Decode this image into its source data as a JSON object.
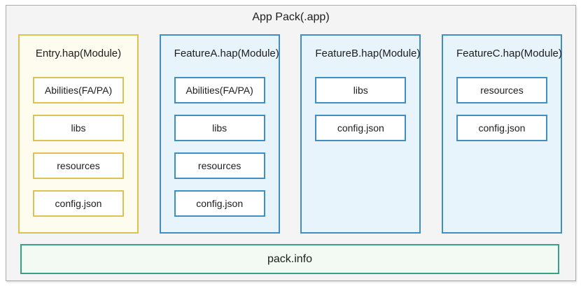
{
  "diagram": {
    "title": "App Pack(.app)",
    "modules": [
      {
        "title": "Entry.hap(Module)",
        "theme": "gold",
        "items": [
          "Abilities(FA/PA)",
          "libs",
          "resources",
          "config.json"
        ]
      },
      {
        "title": "FeatureA.hap(Module)",
        "theme": "blue",
        "items": [
          "Abilities(FA/PA)",
          "libs",
          "resources",
          "config.json"
        ]
      },
      {
        "title": "FeatureB.hap(Module)",
        "theme": "blue",
        "items": [
          "libs",
          "config.json"
        ]
      },
      {
        "title": "FeatureC.hap(Module)",
        "theme": "blue",
        "items": [
          "resources",
          "config.json"
        ]
      }
    ],
    "footer": "pack.info",
    "colors": {
      "gold_border": "#dcc253",
      "gold_fill": "#fdfcef",
      "blue_border": "#3f8fc3",
      "blue_fill": "#e8f4fb",
      "green_border": "#36a387",
      "green_fill": "#f3faf4",
      "container_fill": "#f4f4f4",
      "container_border": "#ababab",
      "text": "#1d1d1d"
    }
  }
}
